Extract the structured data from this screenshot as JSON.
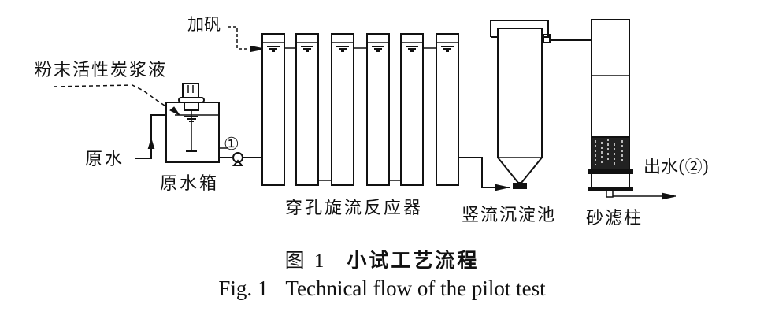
{
  "figure": {
    "labels": {
      "alum_dosing": "加矾",
      "pac_slurry": "粉末活性炭浆液",
      "raw_water": "原水",
      "raw_water_tank": "原水箱",
      "sample_point_1": "①",
      "reactors": "穿孔旋流反应器",
      "sedimentation_tank": "竖流沉淀池",
      "sand_filter": "砂滤柱",
      "effluent": "出水(②)"
    },
    "reactor_count": 6,
    "caption_cn": {
      "number": "图 1",
      "title": "小试工艺流程"
    },
    "caption_en": {
      "number": "Fig. 1",
      "title": "Technical flow of the pilot test"
    },
    "colors": {
      "line": "#111111",
      "background": "#ffffff"
    }
  }
}
